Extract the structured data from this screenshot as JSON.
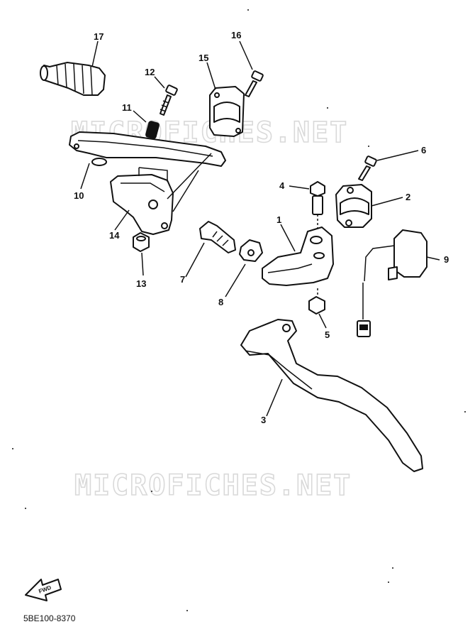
{
  "watermark": {
    "text": "MICROFICHES.NET"
  },
  "drawing_number": "5BE100-8370",
  "fwd_badge": {
    "label": "FWD"
  },
  "callouts": [
    {
      "id": "1",
      "label": "1",
      "part": "lever-holder"
    },
    {
      "id": "2",
      "label": "2",
      "part": "holder-cap"
    },
    {
      "id": "3",
      "label": "3",
      "part": "brake-lever"
    },
    {
      "id": "4",
      "label": "4",
      "part": "pivot-bolt"
    },
    {
      "id": "5",
      "label": "5",
      "part": "nut"
    },
    {
      "id": "6",
      "label": "6",
      "part": "cap-bolt"
    },
    {
      "id": "7",
      "label": "7",
      "part": "adjuster-bolt"
    },
    {
      "id": "8",
      "label": "8",
      "part": "locknut"
    },
    {
      "id": "9",
      "label": "9",
      "part": "switch"
    },
    {
      "id": "10",
      "label": "10",
      "part": "clutch-lever"
    },
    {
      "id": "11",
      "label": "11",
      "part": "collar"
    },
    {
      "id": "12",
      "label": "12",
      "part": "bolt"
    },
    {
      "id": "13",
      "label": "13",
      "part": "nut"
    },
    {
      "id": "14",
      "label": "14",
      "part": "lever-holder-left"
    },
    {
      "id": "15",
      "label": "15",
      "part": "holder-cap-left"
    },
    {
      "id": "16",
      "label": "16",
      "part": "screw"
    },
    {
      "id": "17",
      "label": "17",
      "part": "grip-end"
    }
  ]
}
